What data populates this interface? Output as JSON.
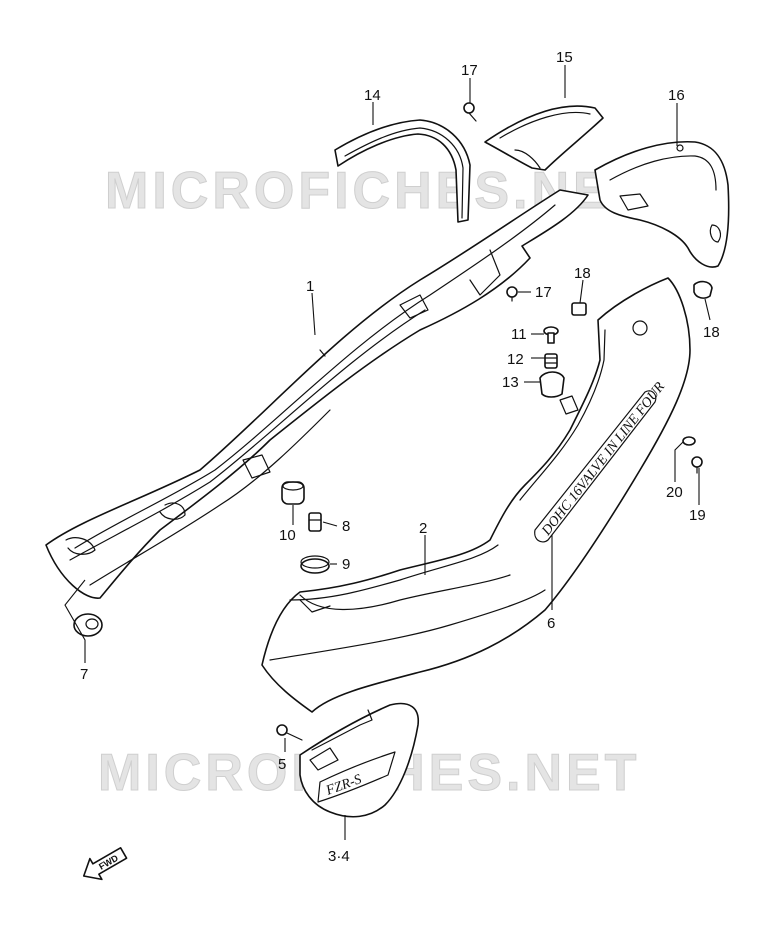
{
  "watermark": {
    "text": "MICROFICHES.NET",
    "color": "#e4e4e4"
  },
  "callouts": [
    {
      "id": "1",
      "text": "1"
    },
    {
      "id": "2",
      "text": "2"
    },
    {
      "id": "3-4",
      "text": "3·4"
    },
    {
      "id": "5",
      "text": "5"
    },
    {
      "id": "6",
      "text": "6"
    },
    {
      "id": "7",
      "text": "7"
    },
    {
      "id": "8",
      "text": "8"
    },
    {
      "id": "9",
      "text": "9"
    },
    {
      "id": "10",
      "text": "10"
    },
    {
      "id": "11",
      "text": "11"
    },
    {
      "id": "12",
      "text": "12"
    },
    {
      "id": "13",
      "text": "13"
    },
    {
      "id": "14",
      "text": "14"
    },
    {
      "id": "15",
      "text": "15"
    },
    {
      "id": "16",
      "text": "16"
    },
    {
      "id": "17a",
      "text": "17"
    },
    {
      "id": "17b",
      "text": "17"
    },
    {
      "id": "18a",
      "text": "18"
    },
    {
      "id": "18b",
      "text": "18"
    },
    {
      "id": "19",
      "text": "19"
    },
    {
      "id": "20",
      "text": "20"
    }
  ],
  "decals": {
    "side_cover": "DOHC 16VALVE IN LINE FOUR",
    "emblem": "FZR-S"
  },
  "direction_marker": {
    "text": "FWD"
  }
}
